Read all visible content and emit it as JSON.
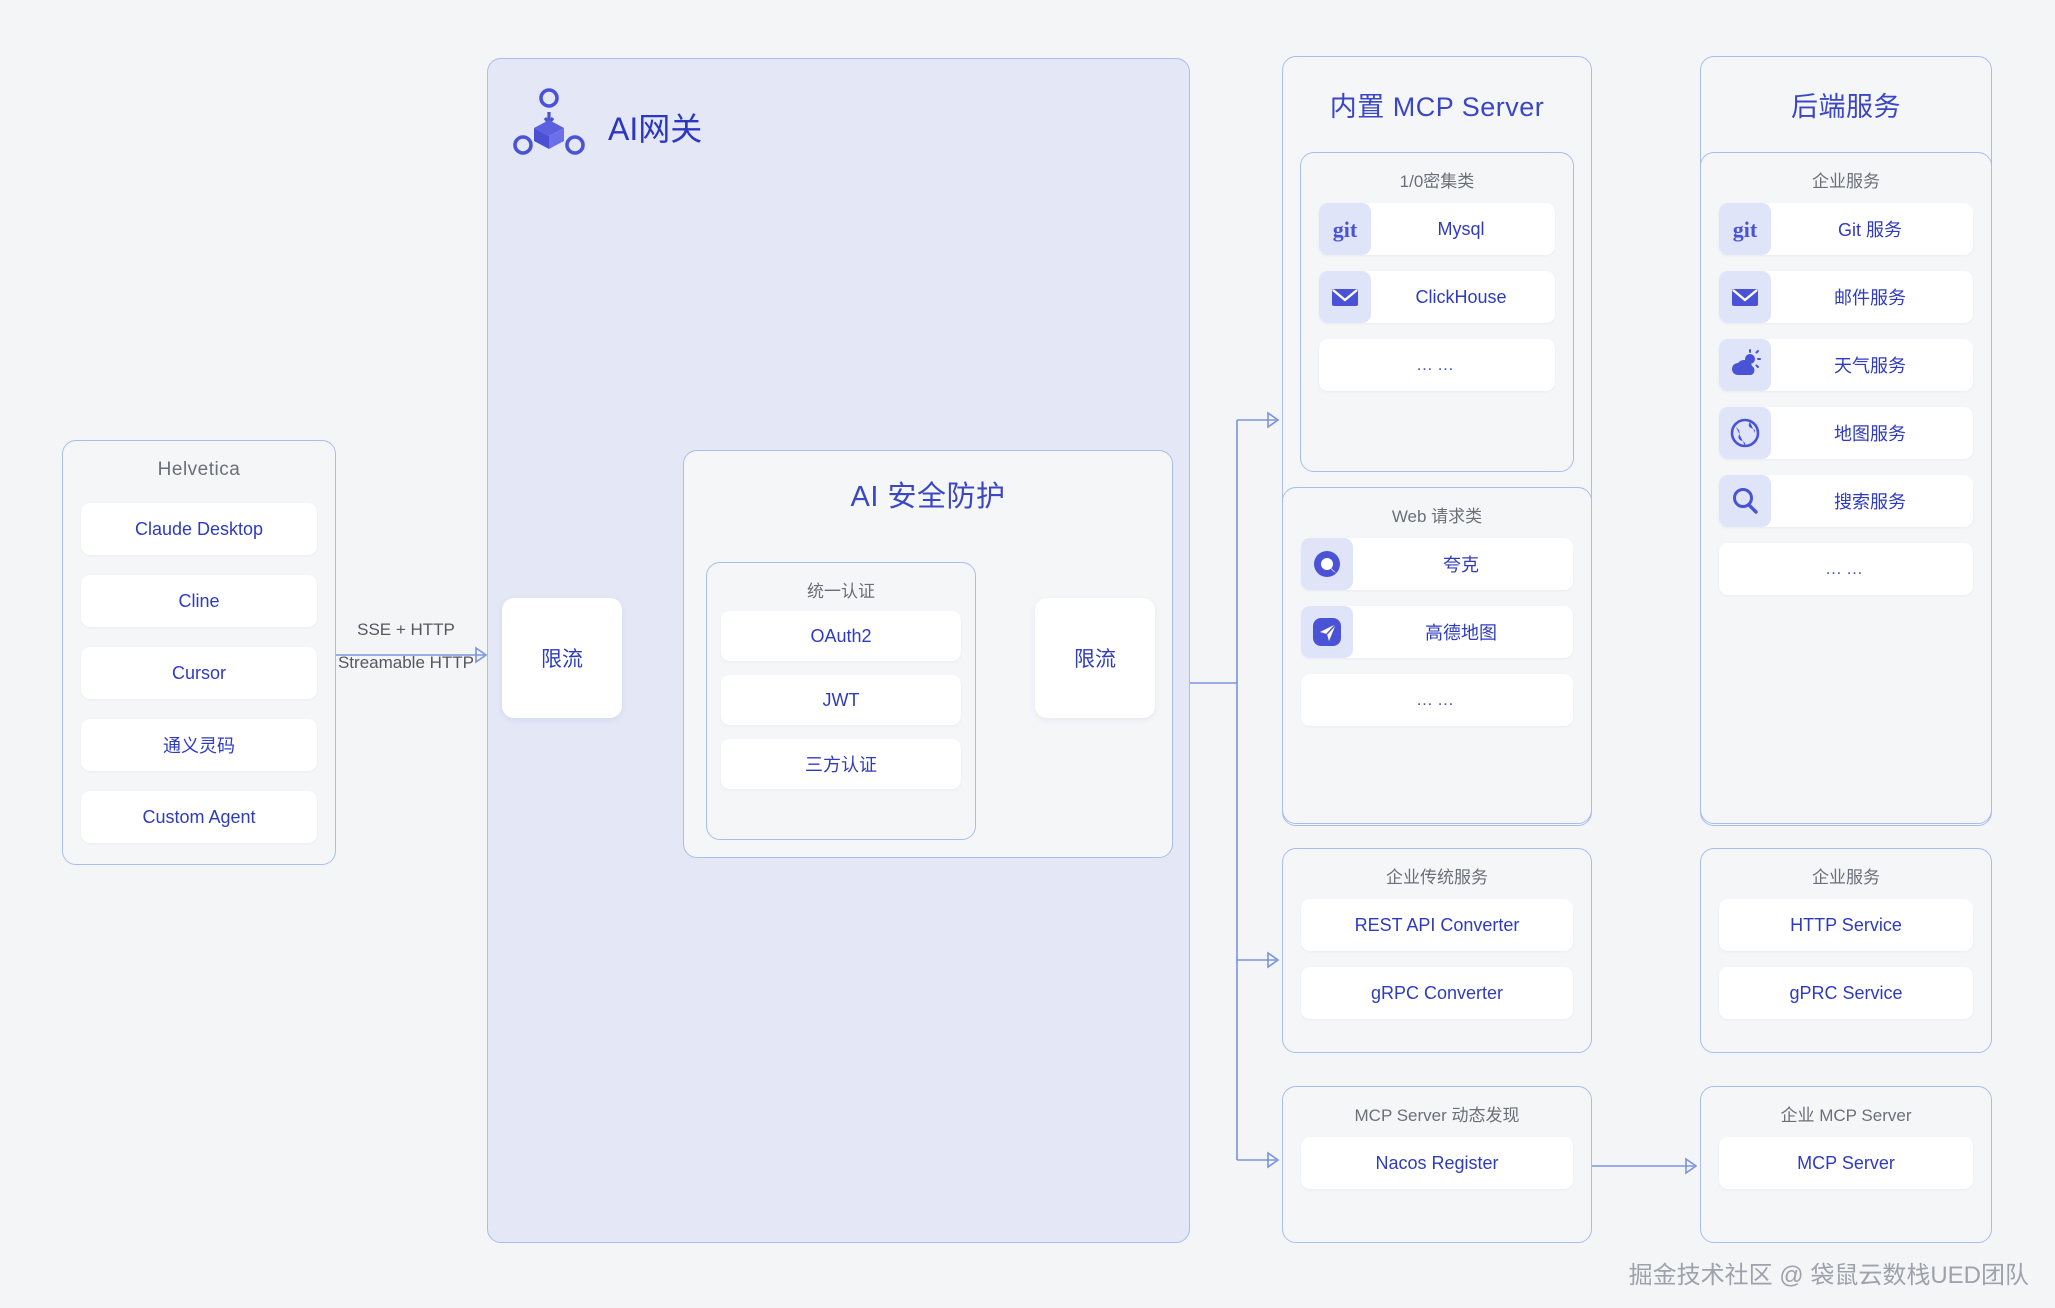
{
  "clients": {
    "title": "Helvetica",
    "items": [
      {
        "label": "Claude Desktop"
      },
      {
        "label": "Cline"
      },
      {
        "label": "Cursor"
      },
      {
        "label": "通义灵码"
      },
      {
        "label": "Custom Agent"
      }
    ]
  },
  "connector": {
    "protocol_top": "SSE + HTTP",
    "protocol_bottom": "Streamable HTTP"
  },
  "gateway": {
    "title": "AI网关",
    "icon": "cube-network-icon",
    "rate_limit_in": "限流",
    "rate_limit_out": "限流",
    "security": {
      "title": "AI 安全防护",
      "auth": {
        "title": "统一认证",
        "items": [
          {
            "label": "OAuth2"
          },
          {
            "label": "JWT"
          },
          {
            "label": "三方认证"
          }
        ]
      }
    }
  },
  "mcp": {
    "title": "内置 MCP Server",
    "groups": [
      {
        "title": "1/0密集类",
        "items": [
          {
            "icon": "git-icon",
            "label": "Mysql"
          },
          {
            "icon": "mail-icon",
            "label": "ClickHouse"
          },
          {
            "icon": null,
            "label": "……"
          }
        ]
      },
      {
        "title": "Web 请求类",
        "items": [
          {
            "icon": "quark-icon",
            "label": "夸克"
          },
          {
            "icon": "amap-icon",
            "label": "高德地图"
          },
          {
            "icon": null,
            "label": "……"
          }
        ]
      }
    ],
    "legacy": {
      "title": "企业传统服务",
      "items": [
        {
          "label": "REST API Converter"
        },
        {
          "label": "gRPC Converter"
        }
      ]
    },
    "discovery": {
      "title": "MCP Server 动态发现",
      "items": [
        {
          "label": "Nacos Register"
        }
      ]
    }
  },
  "backend": {
    "title": "后端服务",
    "enterprise_services": {
      "title": "企业服务",
      "items": [
        {
          "icon": "git-icon",
          "label": "Git 服务"
        },
        {
          "icon": "mail-icon",
          "label": "邮件服务"
        },
        {
          "icon": "weather-icon",
          "label": "天气服务"
        },
        {
          "icon": "globe-icon",
          "label": "地图服务"
        },
        {
          "icon": "search-icon",
          "label": "搜索服务"
        },
        {
          "icon": null,
          "label": "……"
        }
      ]
    },
    "enterprise_protocols": {
      "title": "企业服务",
      "items": [
        {
          "label": "HTTP Service"
        },
        {
          "label": "gPRC Service"
        }
      ]
    },
    "enterprise_mcp": {
      "title": "企业 MCP Server",
      "items": [
        {
          "label": "MCP Server"
        }
      ]
    }
  },
  "watermark": "掘金技术社区 @ 袋鼠云数栈UED团队",
  "colors": {
    "accent": "#3b46c4",
    "panel_border": "#a9bdee",
    "tinted_bg": "#e3e7f6",
    "page_bg": "#f4f5f7",
    "wire": "#7b93dd"
  }
}
